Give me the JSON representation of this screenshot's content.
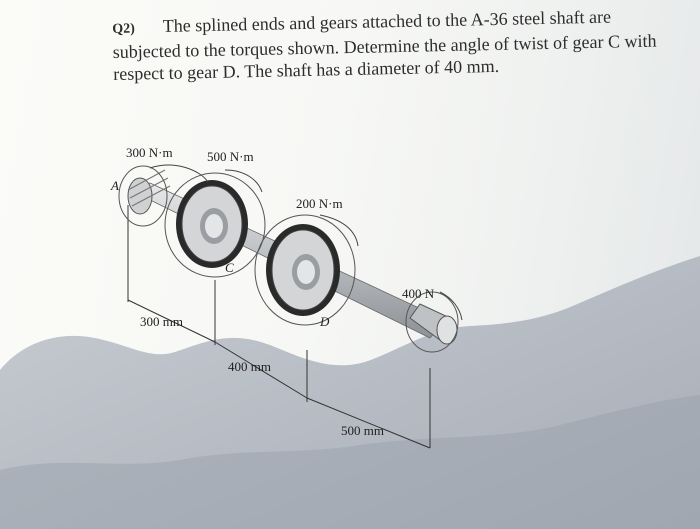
{
  "question": {
    "number": "Q2)",
    "text": "The splined ends and gears attached to the A-36 steel shaft are subjected to the torques shown. Determine the angle of twist of gear C with respect to gear D. The shaft has a diameter of 40 mm."
  },
  "figure": {
    "torque_a": "300 N·m",
    "torque_c": "500 N·m",
    "torque_d": "200 N·m",
    "torque_end": "400 N",
    "point_a": "A",
    "point_c": "C",
    "point_d": "D",
    "length_ac": "300 mm",
    "length_cd": "400 mm",
    "length_d_end": "500 mm"
  },
  "colors": {
    "ink": "#2d2d2d",
    "paper": "#f7f8f5",
    "shadow": "#aab0b9",
    "gear": "#222222",
    "shaft": "#b9bcc0"
  }
}
